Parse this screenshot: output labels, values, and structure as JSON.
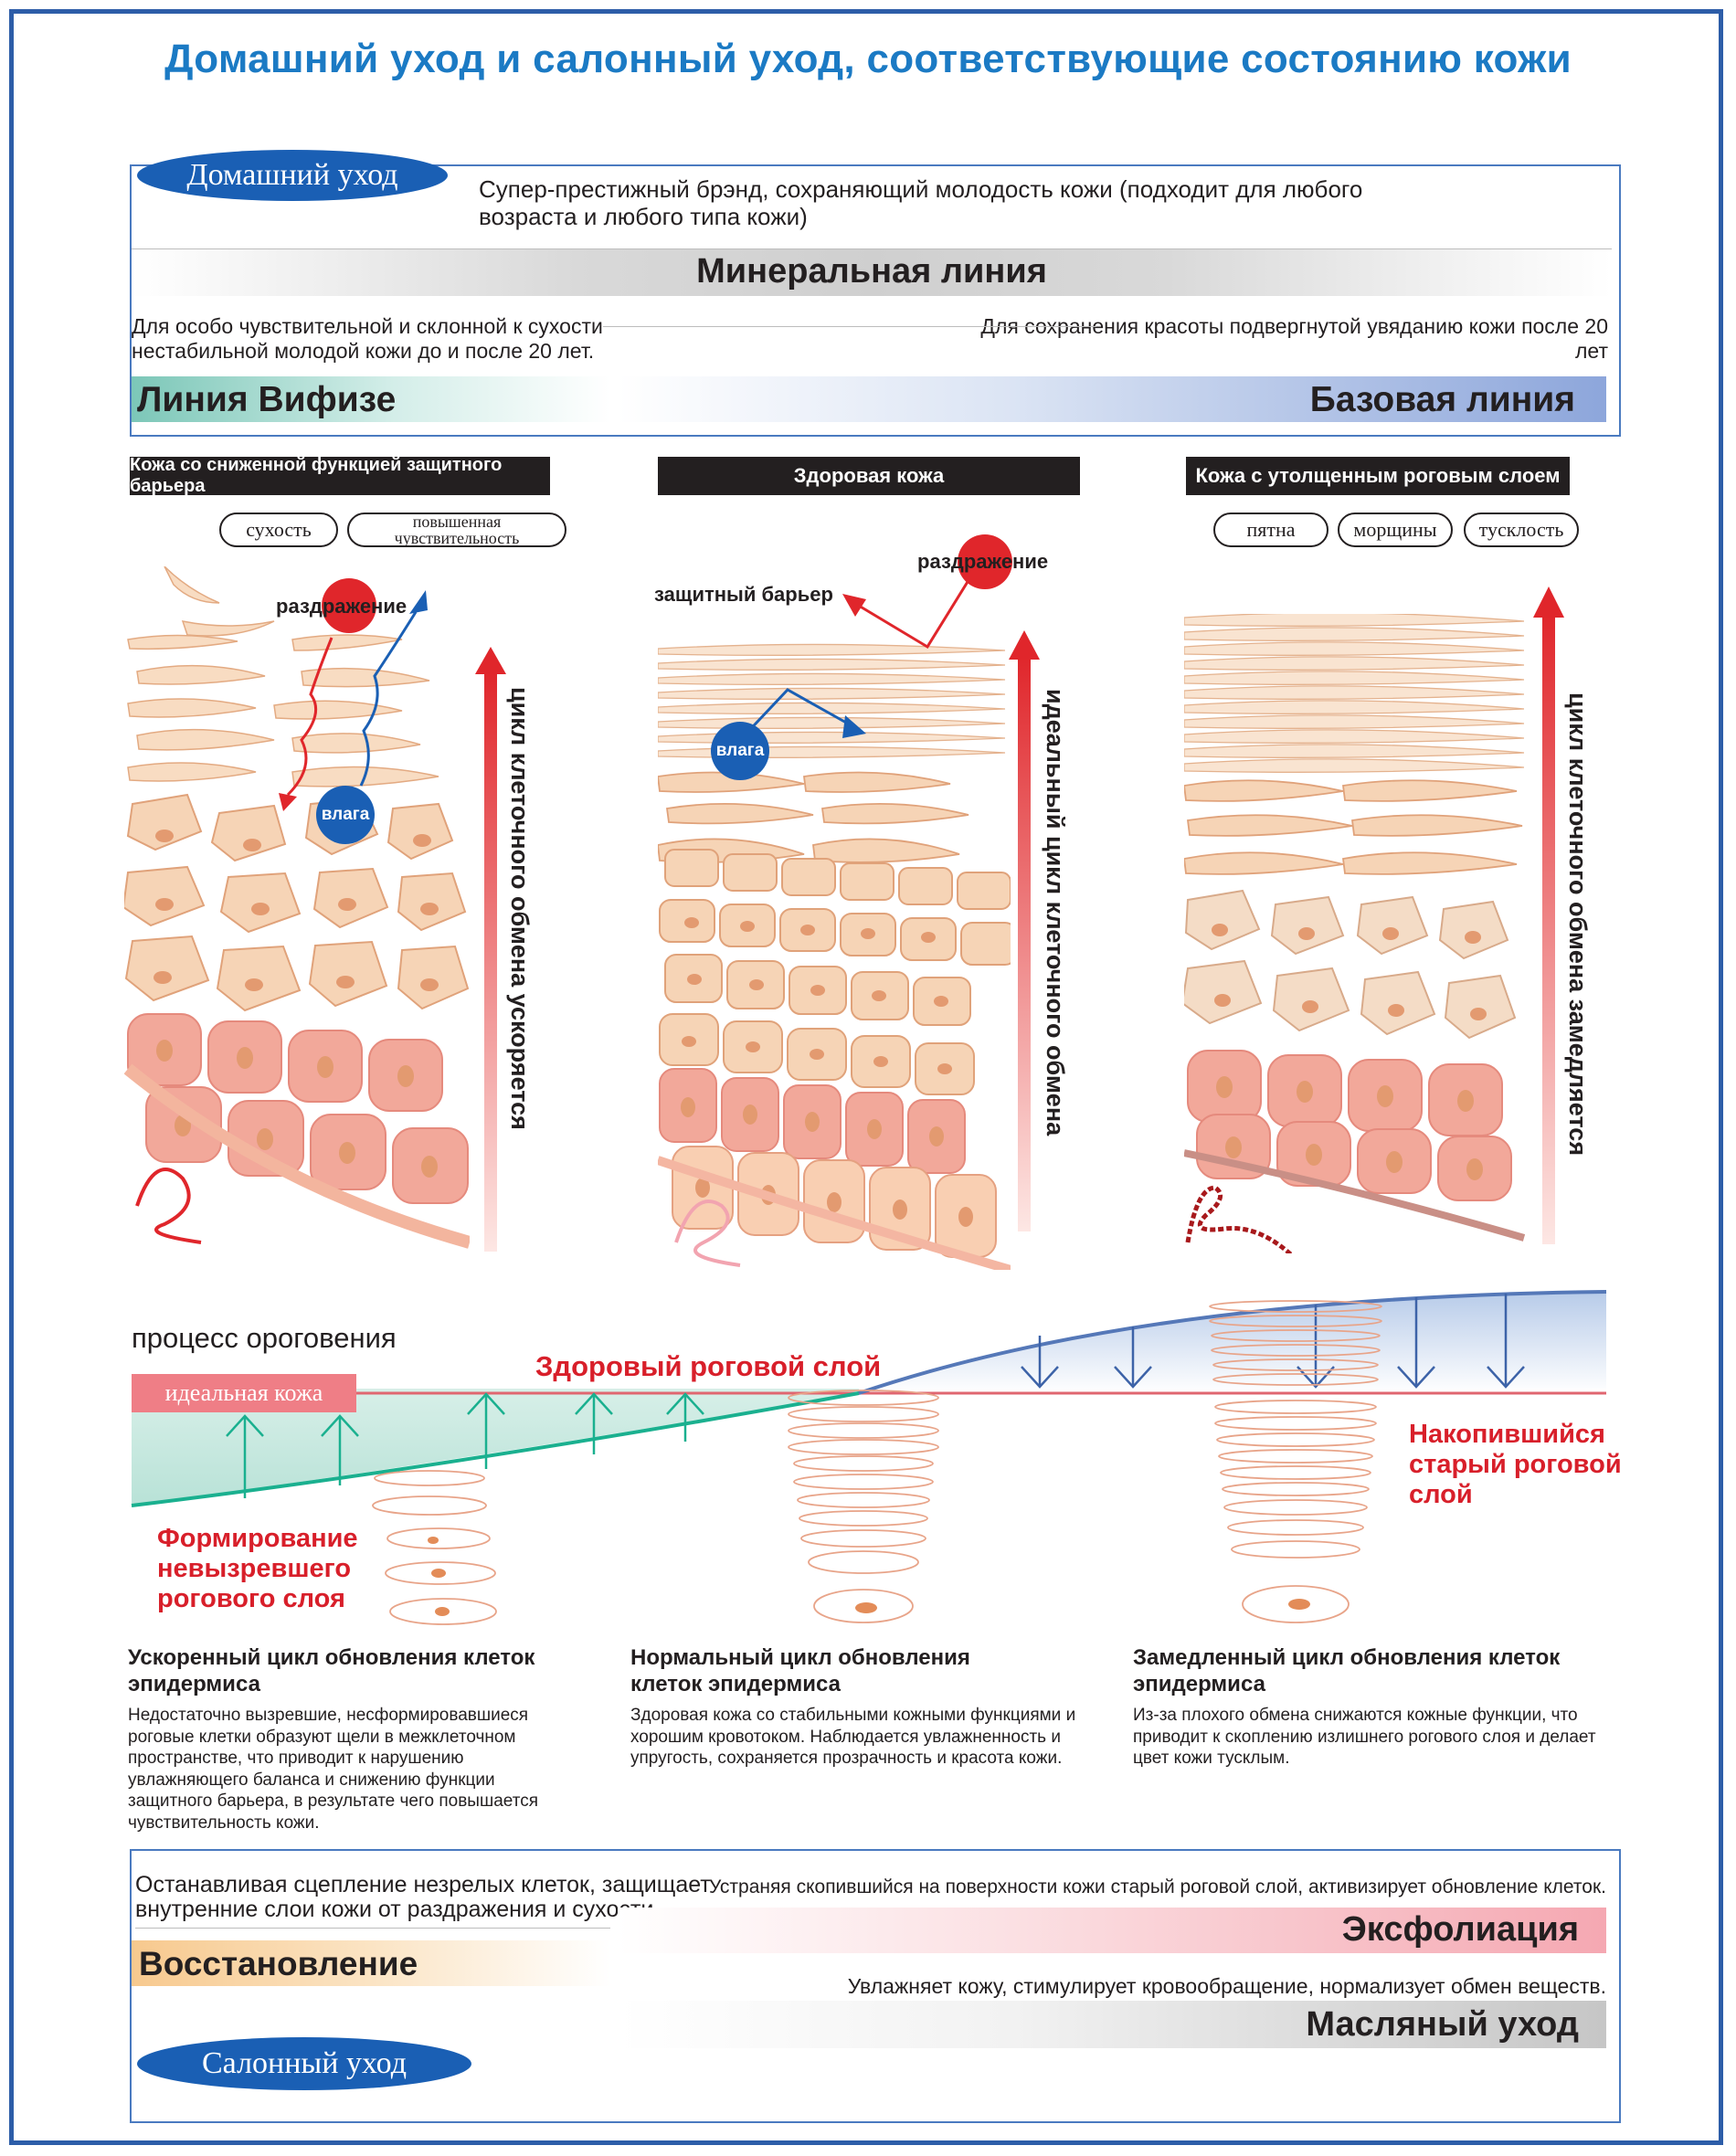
{
  "title": "Домашний уход и салонный уход, соответствующие состоянию кожи",
  "home_care": {
    "badge": "Домашний уход",
    "description": "Супер-престижный брэнд, сохраняющий молодость кожи (подходит для любого возраста и любого типа кожи)",
    "mineral_line": "Минеральная линия",
    "left_note": "Для особо чувствительной и склонной к сухости нестабильной молодой кожи до и после 20 лет.",
    "right_note": "Для сохранения красоты подвергнутой увяданию кожи после 20 лет",
    "line_left": "Линия Вифизе",
    "line_right": "Базовая линия"
  },
  "skin_types": [
    {
      "tag": "Кожа со сниженной функцией защитного барьера",
      "pills": [
        "сухость",
        "повышенная чувствительность"
      ],
      "irritation_label": "раздражение",
      "moisture_label": "влага",
      "vertical_label": "цикл клеточного обмена ускоряется"
    },
    {
      "tag": "Здоровая кожа",
      "irritation_label": "раздражение",
      "barrier_label": "защитный барьер",
      "moisture_label": "влага",
      "vertical_label": "идеальный цикл клеточного обмена"
    },
    {
      "tag": "Кожа с утолщенным роговым слоем",
      "pills": [
        "пятна",
        "морщины",
        "тусклость"
      ],
      "vertical_label": "цикл клеточного обмена замедляется"
    }
  ],
  "process": {
    "label": "процесс ороговения",
    "ideal_skin": "идеальная кожа",
    "healthy_layer": "Здоровый роговой слой",
    "accumulated": "Накопившийся старый роговой слой",
    "immature": "Формирование невызревшего рогового слоя"
  },
  "columns": [
    {
      "heading": "Ускоренный цикл обновления клеток эпидермиса",
      "body": "Недостаточно вызревшие, несформировавшиеся роговые клетки образуют щели в межклеточном пространстве, что приводит к нарушению увлажняющего баланса и снижению функции защитного барьера, в результате чего повышается чувствительность кожи."
    },
    {
      "heading": "Нормальный цикл обновления клеток эпидермиса",
      "body": "Здоровая кожа со стабильными кожными функциями и хорошим кровотоком. Наблюдается увлажненность и упругость, сохраняется прозрачность и красота кожи."
    },
    {
      "heading": "Замедленный цикл обновления клеток эпидермиса",
      "body": "Из-за плохого обмена снижаются кожные функции, что приводит к скоплению излишнего рогового слоя и делает цвет кожи тусклым."
    }
  ],
  "salon_care": {
    "badge": "Салонный уход",
    "restore_text": "Останавливая сцепление незрелых клеток, защищает внутренние слои кожи от раздражения и сухости.",
    "restore_label": "Восстановление",
    "exfol_text": "Устраняя скопившийся на поверхности кожи старый роговой слой, активизирует обновление клеток.",
    "exfol_label": "Эксфолиация",
    "oil_text": "Увлажняет кожу, стимулирует кровообращение, нормализует обмен веществ.",
    "oil_label": "Масляный уход"
  },
  "colors": {
    "title_blue": "#1b7ac4",
    "badge_blue": "#1a5fb4",
    "accent_red": "#d81f2a",
    "teal": "#1ab08f",
    "slate_blue": "#5578b8",
    "cell_fill": "#f6d4b6",
    "cell_outline": "#e0a27a",
    "nucleus": "#e39a70"
  }
}
